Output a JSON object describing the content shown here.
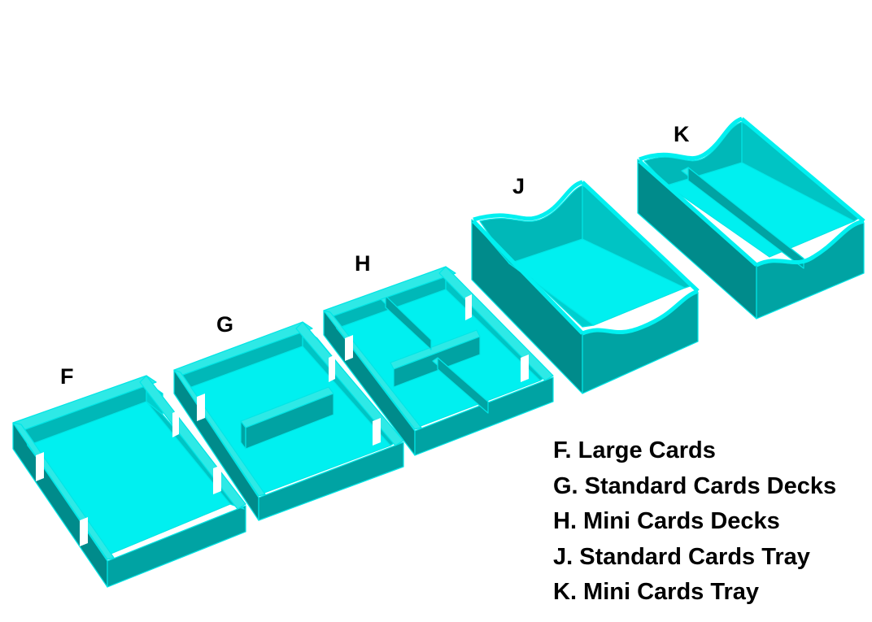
{
  "colors": {
    "floor": "#00f0f0",
    "wall_top": "#2ee9e6",
    "wall_face": "#00a3a3",
    "wall_side": "#008b8b",
    "inner_wall": "#00cfcf",
    "edge": "#00e6e6"
  },
  "boxes": [
    {
      "id": "F",
      "label": "F"
    },
    {
      "id": "G",
      "label": "G"
    },
    {
      "id": "H",
      "label": "H"
    },
    {
      "id": "J",
      "label": "J"
    },
    {
      "id": "K",
      "label": "K"
    }
  ],
  "legend": [
    "F. Large Cards",
    "G. Standard Cards Decks",
    "H. Mini Cards Decks",
    "J. Standard Cards Tray",
    "K. Mini Cards Tray"
  ]
}
